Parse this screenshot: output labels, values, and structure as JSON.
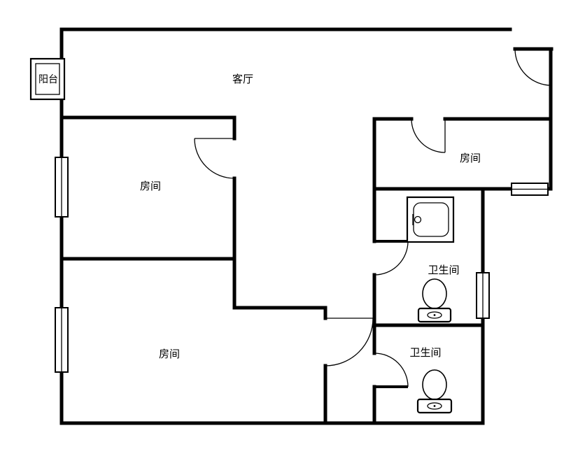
{
  "window": {
    "background": "#ffffff"
  },
  "floorplan": {
    "colors": {
      "wall": "#000000",
      "line": "#000000",
      "text": "#000000",
      "background": "#ffffff"
    },
    "labels": {
      "balcony": "阳台",
      "living_room": "客厅",
      "bedroom_top_right": "房间",
      "bedroom_middle_left": "房间",
      "bedroom_bottom_left": "房间",
      "bathroom_upper": "卫生间",
      "bathroom_lower": "卫生间"
    },
    "fixtures": [
      "bathtub-icon",
      "toilet-icon",
      "toilet-icon"
    ],
    "openings": {
      "doors": [
        "entry-door-arc",
        "bedroom-top-right-door-arc",
        "bedroom-middle-left-door-arc",
        "bedroom-bottom-left-door-arc",
        "bathroom-upper-door-arc",
        "bathroom-lower-door-arc"
      ],
      "windows": [
        "left-upper-window",
        "left-lower-window",
        "right-window",
        "top-right-room-window"
      ],
      "balcony_unit": "balcony-window-box"
    }
  }
}
